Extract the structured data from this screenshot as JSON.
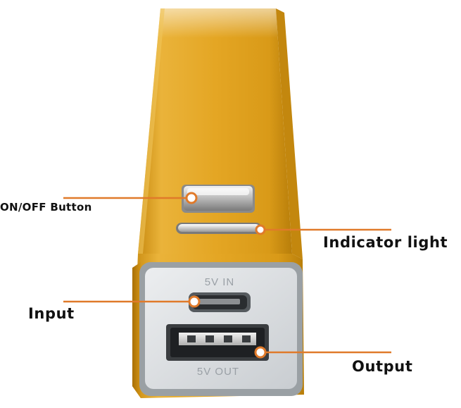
{
  "callouts": {
    "onoff_button": "ON/OFF Button",
    "indicator_light": "Indicator light",
    "input": "Input",
    "output": "Output"
  },
  "port_markings": {
    "input": "5V IN",
    "output": "5V OUT"
  },
  "colors": {
    "casing": "#e2a31a",
    "casing_dark": "#b97d0a",
    "end_cap": "#dfe3e6",
    "callout_line": "#e07a2a",
    "label_text": "#111111"
  }
}
